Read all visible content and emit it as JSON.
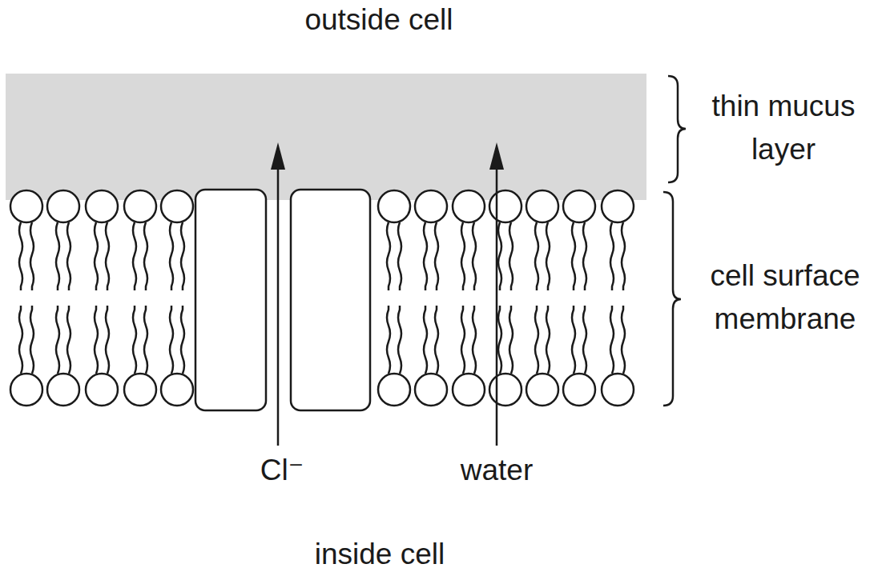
{
  "diagram": {
    "labels": [
      "outside cell",
      "thin mucus layer",
      "cell surface membrane",
      "Cl⁻",
      "water",
      "inside cell"
    ]
  }
}
